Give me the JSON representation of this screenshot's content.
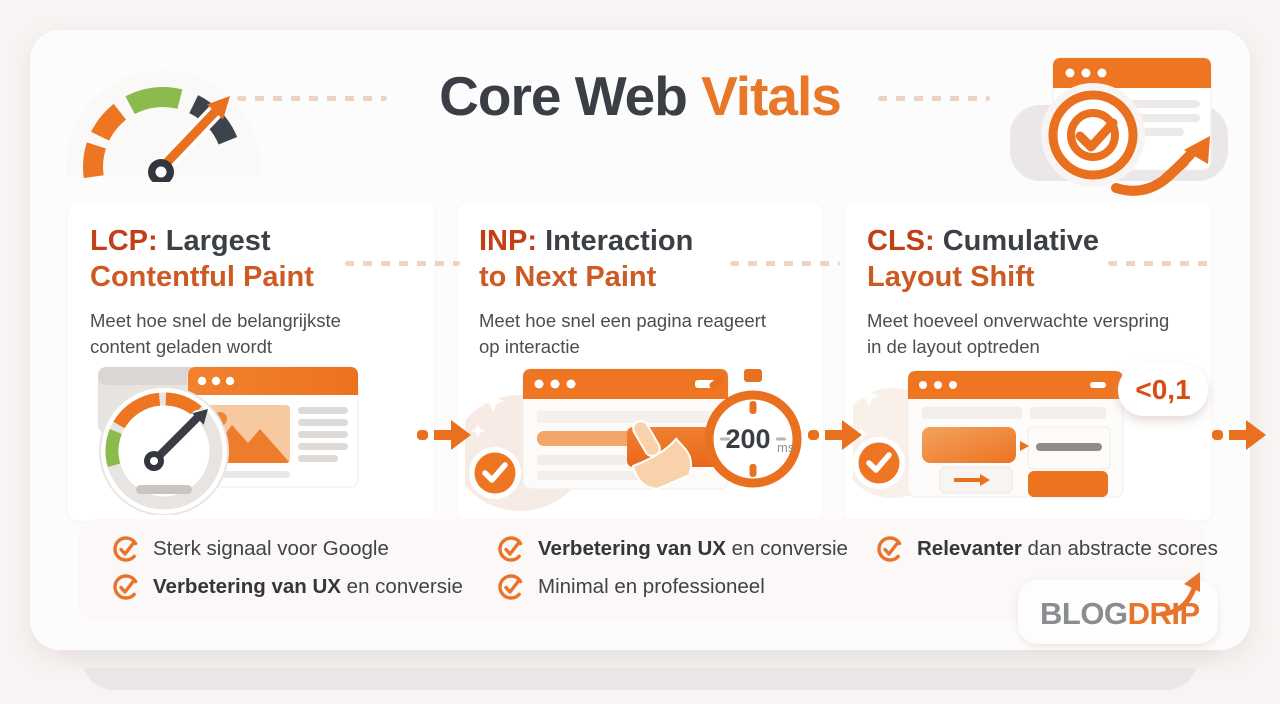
{
  "header": {
    "title_dark": "Core Web",
    "title_accent": "Vitals"
  },
  "metrics": [
    {
      "abbr": "LCP:",
      "name_line1": "Largest",
      "name_line2": "Contentful Paint",
      "description": "Meet hoe snel de belangrijkste content geladen wordt"
    },
    {
      "abbr": "INP:",
      "name_line1": "Interaction",
      "name_line2": "to Next Paint",
      "description": "Meet hoe snel een pagina reageert op interactie"
    },
    {
      "abbr": "CLS:",
      "name_line1": "Cumulative",
      "name_line2": "Layout Shift",
      "description": "Meet hoeveel onverwachte verspring in de layout optreden"
    }
  ],
  "badges": {
    "inp_timer_value": "200",
    "inp_timer_unit": "ms",
    "cls_score": "<0,1"
  },
  "benefits": {
    "lcp": [
      {
        "bold": "",
        "rest": "Sterk signaal voor Google"
      },
      {
        "bold": "Verbetering van UX",
        "rest": " en conversie"
      }
    ],
    "inp": [
      {
        "bold": "Verbetering van UX",
        "rest": " en conversie"
      },
      {
        "bold": "",
        "rest": "Minimal en professioneel"
      }
    ],
    "cls": [
      {
        "bold": "Relevanter",
        "rest": " dan abstracte scores"
      }
    ]
  },
  "logo": {
    "gray": "BLOG",
    "accent": "DRIP"
  },
  "colors": {
    "accent_orange": "#EE7623",
    "deep_orange": "#C24018",
    "heading_orange": "#CE5A23",
    "dark_text": "#3B4046",
    "green": "#8BBB4C",
    "logo_gray": "#8A8D90"
  }
}
